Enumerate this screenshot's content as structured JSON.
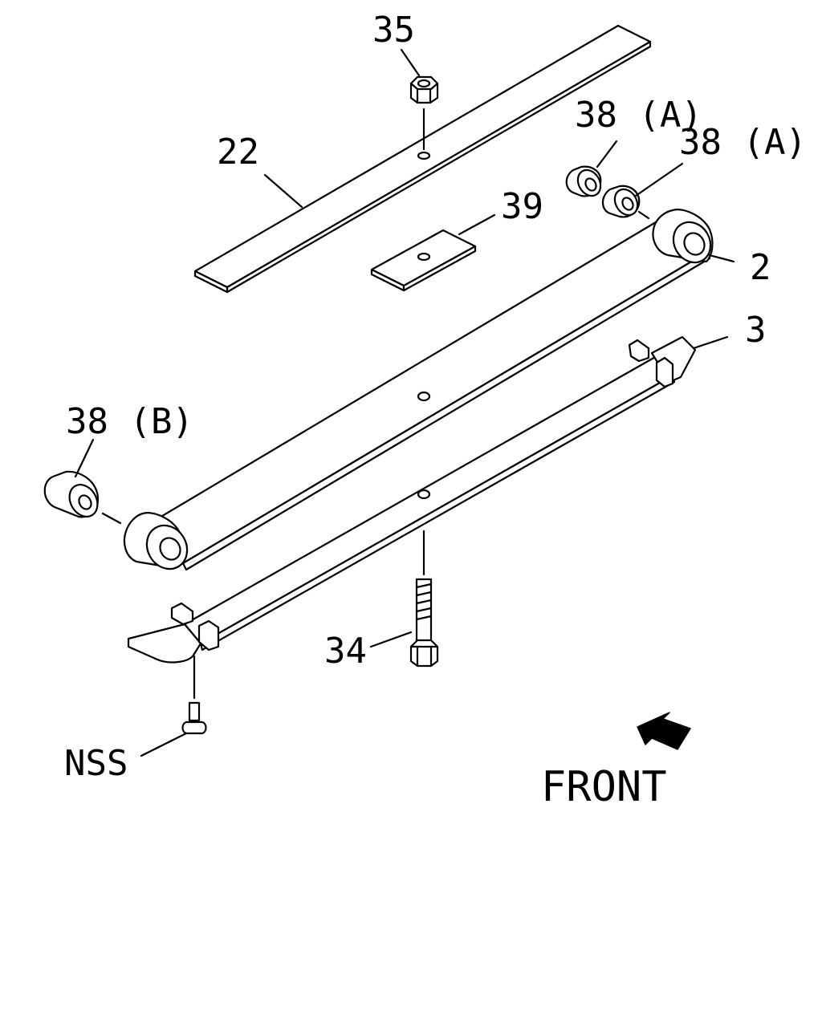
{
  "diagram": {
    "callouts": {
      "nut": "35",
      "top_leaf": "22",
      "spacer_pad": "39",
      "bushing_a_left": "38 (A)",
      "bushing_a_right": "38 (A)",
      "main_leaf": "2",
      "helper_leaf": "3",
      "bushing_b": "38 (B)",
      "center_bolt": "34",
      "clip_rivet": "NSS"
    },
    "direction_label": "FRONT",
    "line_color": "#000000",
    "background": "#ffffff"
  }
}
